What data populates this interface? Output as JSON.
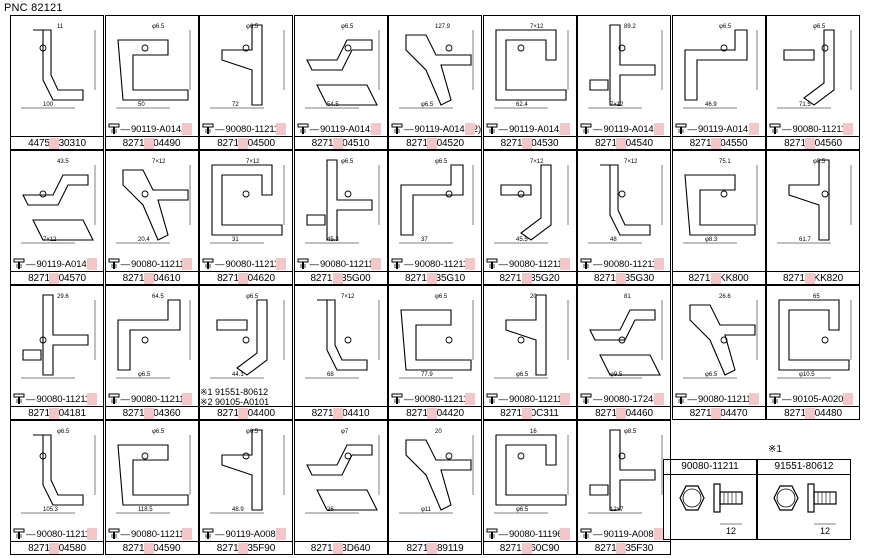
{
  "pnc_label": "PNC 82121",
  "rows": [
    [
      {
        "part": "44753-30310",
        "fastener": "",
        "dims": [
          "11",
          "100"
        ]
      },
      {
        "part": "82715-04490",
        "fastener": "90119-A0142",
        "dims": [
          "φ6.5",
          "50"
        ]
      },
      {
        "part": "82715-04500",
        "fastener": "90080-11211",
        "dims": [
          "φ6.5",
          "72"
        ]
      },
      {
        "part": "82715-04510",
        "fastener": "90119-A0142",
        "dims": [
          "φ6.5",
          "54.5"
        ]
      },
      {
        "part": "82715-04520",
        "fastener": "90119-A0142(2)",
        "dims": [
          "127.9",
          "φ6.5"
        ]
      },
      {
        "part": "82715-04530",
        "fastener": "90119-A0142",
        "dims": [
          "7×12",
          "62.4"
        ]
      },
      {
        "part": "82715-04540",
        "fastener": "90119-A0142",
        "dims": [
          "89.2",
          "7×12"
        ]
      },
      {
        "part": "82715-04550",
        "fastener": "90119-A0141",
        "dims": [
          "φ6.5",
          "46.9"
        ]
      },
      {
        "part": "82715-04560",
        "fastener": "90080-11211",
        "dims": [
          "φ6.5",
          "71.5"
        ]
      }
    ],
    [
      {
        "part": "82715-04570",
        "fastener": "90119-A0142",
        "dims": [
          "43.5",
          "7×12"
        ]
      },
      {
        "part": "82715-04610",
        "fastener": "90080-11211",
        "dims": [
          "7×12",
          "20.4"
        ]
      },
      {
        "part": "82715-04620",
        "fastener": "90080-11211",
        "dims": [
          "7×12",
          "31"
        ]
      },
      {
        "part": "82715-35G00",
        "fastener": "90080-11211",
        "dims": [
          "φ6.5",
          "45.3"
        ]
      },
      {
        "part": "82715-35G10",
        "fastener": "90080-11211",
        "dims": [
          "φ6.5",
          "37"
        ]
      },
      {
        "part": "82715-35G20",
        "fastener": "90080-11211",
        "dims": [
          "7×12",
          "45.5"
        ]
      },
      {
        "part": "82715-35G30",
        "fastener": "90080-11211",
        "dims": [
          "7×12",
          "48"
        ]
      },
      {
        "part": "82715-KK800",
        "fastener": "",
        "dims": [
          "75.1",
          "φ8.3"
        ]
      },
      {
        "part": "82715-KK820",
        "fastener": "",
        "dims": [
          "φ8.5",
          "61.7"
        ]
      }
    ],
    [
      {
        "part": "82715-04181",
        "fastener": "90080-11211",
        "dims": [
          "29.6",
          ""
        ]
      },
      {
        "part": "82715-04360",
        "fastener": "90080-11211",
        "dims": [
          "64.5",
          "φ6.5"
        ]
      },
      {
        "part": "82715-04400",
        "fastener": "",
        "fastener_lines": [
          "※1 91551-80612",
          "※2 90105-A0101"
        ],
        "dims": [
          "φ6.5",
          "44.1"
        ]
      },
      {
        "part": "82715-04410",
        "fastener": "",
        "dims": [
          "7×12",
          "68"
        ]
      },
      {
        "part": "82715-04420",
        "fastener": "90080-11211",
        "dims": [
          "φ6.5",
          "77.9"
        ]
      },
      {
        "part": "82715-0C311",
        "fastener": "90080-11211",
        "dims": [
          "20",
          "φ6.5"
        ]
      },
      {
        "part": "82715-04460",
        "fastener": "90080-17245",
        "dims": [
          "81",
          "φ9.5"
        ]
      },
      {
        "part": "82715-04470",
        "fastener": "90080-11211",
        "dims": [
          "26.6",
          "φ6.5"
        ]
      },
      {
        "part": "82715-04480",
        "fastener": "90105-A0209",
        "dims": [
          "65",
          "φ10.5"
        ]
      }
    ],
    [
      {
        "part": "82715-04580",
        "fastener": "90080-11211",
        "dims": [
          "φ6.5",
          "105.3"
        ]
      },
      {
        "part": "82715-04590",
        "fastener": "90080-11211",
        "dims": [
          "φ6.5",
          "118.5"
        ]
      },
      {
        "part": "82715-35F90",
        "fastener": "90119-A0087",
        "dims": [
          "φ6.5",
          "48.9"
        ]
      },
      {
        "part": "82715-3D640",
        "fastener": "",
        "dims": [
          "φ7",
          "26"
        ]
      },
      {
        "part": "82715-89119",
        "fastener": "",
        "dims": [
          "20",
          "φ11"
        ]
      },
      {
        "part": "82715-60C90",
        "fastener": "90080-11196",
        "dims": [
          "16",
          "φ6.5"
        ]
      },
      {
        "part": "82715-35F30",
        "fastener": "90119-A0087",
        "dims": [
          "φ8.5",
          "12×7"
        ]
      }
    ]
  ],
  "legend": {
    "mark": "※1",
    "items": [
      {
        "code": "90080-11211",
        "dim": "12"
      },
      {
        "code": "91551-80612",
        "dim": "12"
      }
    ]
  }
}
